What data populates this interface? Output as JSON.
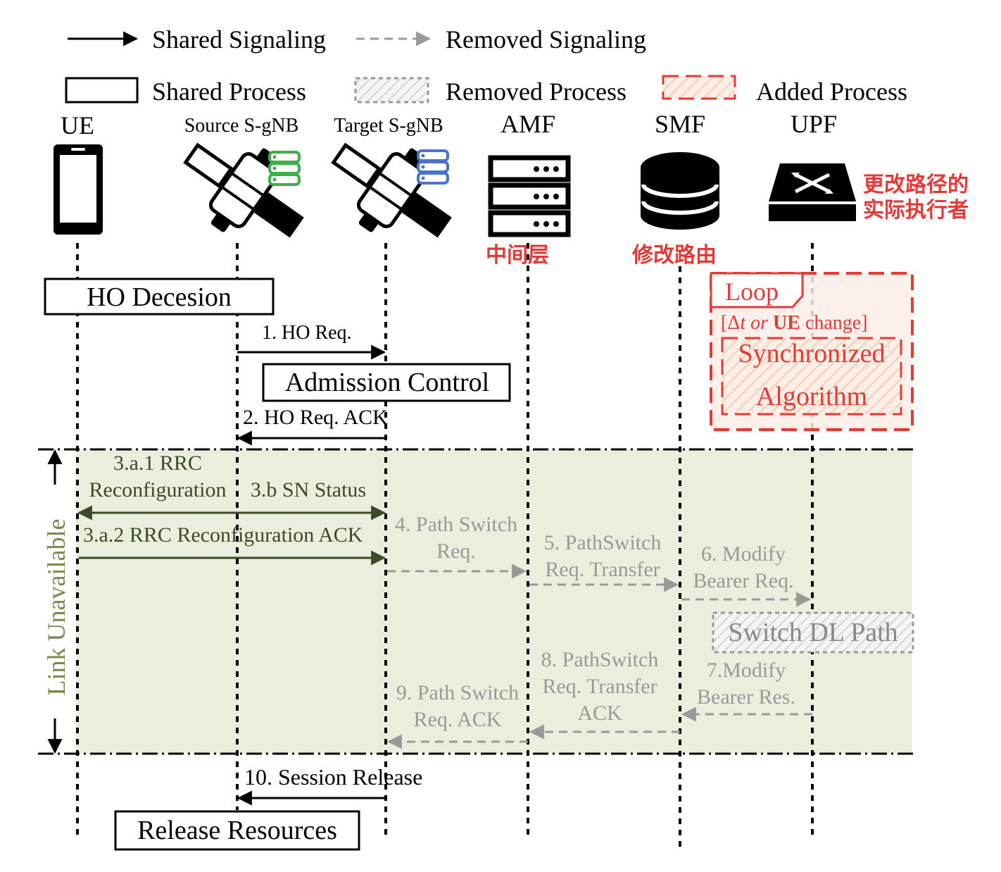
{
  "legend": {
    "shared_signaling": "Shared Signaling",
    "removed_signaling": "Removed Signaling",
    "shared_process": "Shared Process",
    "removed_process": "Removed Process",
    "added_process": "Added Process"
  },
  "entities": {
    "ue": "UE",
    "source_gnb": "Source S-gNB",
    "target_gnb": "Target S-gNB",
    "amf": "AMF",
    "smf": "SMF",
    "upf": "UPF"
  },
  "annotations": {
    "amf_note": "中间层",
    "smf_note": "修改路由",
    "upf_note_line1": "更改路径的",
    "upf_note_line2": "实际执行者"
  },
  "processes": {
    "ho_decision": "HO Decesion",
    "admission_control": "Admission Control",
    "release_resources": "Release Resources",
    "switch_dl_path": "Switch DL Path",
    "loop_label": "Loop",
    "loop_condition_open": "[Δ",
    "loop_condition_t": "t",
    "loop_condition_or": "or",
    "loop_condition_ue": "UE",
    "loop_condition_close": "change]",
    "sync_line1": "Synchronized",
    "sync_line2": "Algorithm"
  },
  "link_unavailable": "Link Unavailable",
  "messages": {
    "m1": "1. HO Req.",
    "m2": "2. HO Req. ACK",
    "m3a1_line1": "3.a.1 RRC",
    "m3a1_line2": "Reconfiguration",
    "m3b": "3.b SN Status",
    "m3a2": "3.a.2 RRC Reconfiguration ACK",
    "m4_line1": "4. Path Switch",
    "m4_line2": "Req.",
    "m5_line1": "5. PathSwitch",
    "m5_line2": "Req. Transfer",
    "m6_line1": "6. Modify",
    "m6_line2": "Bearer Req.",
    "m7_line1": "7.Modify",
    "m7_line2": "Bearer Res.",
    "m8_line1": "8. PathSwitch",
    "m8_line2": "Req. Transfer",
    "m8_line3": "ACK",
    "m9_line1": "9. Path Switch",
    "m9_line2": "Req. ACK",
    "m10": "10. Session Release"
  },
  "colors": {
    "shared": "#000000",
    "removed": "#999999",
    "added": "#e53935",
    "link_zone": "#e9efdc",
    "link_text": "#7a8a4e",
    "source_db": "#3fae49",
    "target_db": "#4a73c9"
  }
}
